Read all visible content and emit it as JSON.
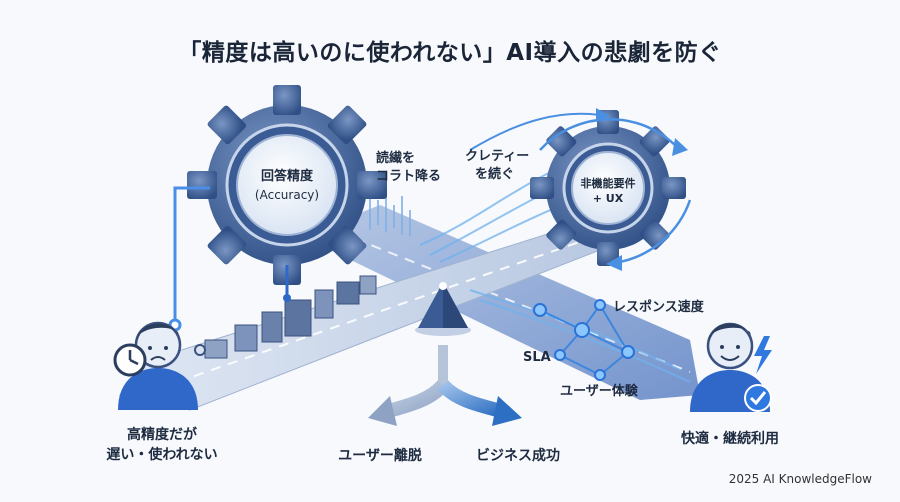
{
  "title": "「精度は高いのに使われない」AI導入の悲劇を防ぐ",
  "gear_left": {
    "line1": "回答精度",
    "line2": "(Accuracy)"
  },
  "gear_right": {
    "line1": "非機能要件",
    "line2": "+ UX"
  },
  "note_left": {
    "line1": "読繊を",
    "line2": "コラト降る"
  },
  "note_right": {
    "line1": "クレティー",
    "line2": "を続ぐ"
  },
  "metrics": {
    "response": "レスポンス速度",
    "sla": "SLA",
    "ux": "ユーザー体験"
  },
  "person_left": {
    "line1": "高精度だが",
    "line2": "遅い・使われない"
  },
  "person_right": "快適・継続利用",
  "outcomes": {
    "churn": "ユーザー離脱",
    "success": "ビジネス成功"
  },
  "footer": "2025 AI KnowledgeFlow"
}
